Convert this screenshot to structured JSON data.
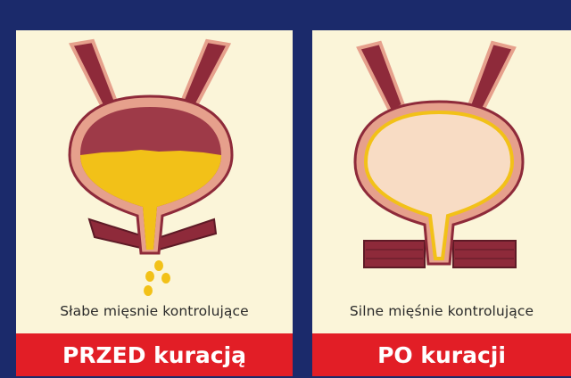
{
  "panels": [
    {
      "caption": "Słabe mięsnie kontrolujące",
      "label": "PRZED kuracją"
    },
    {
      "caption": "Silne mięśnie kontrolujące",
      "label": "PO kuracji"
    }
  ],
  "colors": {
    "border": "#1b2a6b",
    "panel_bg": "#fbf5d9",
    "banner": "#e21e26",
    "muscle": "#8e2a3a",
    "tissue": "#e6a08c",
    "urine": "#f2c118"
  }
}
